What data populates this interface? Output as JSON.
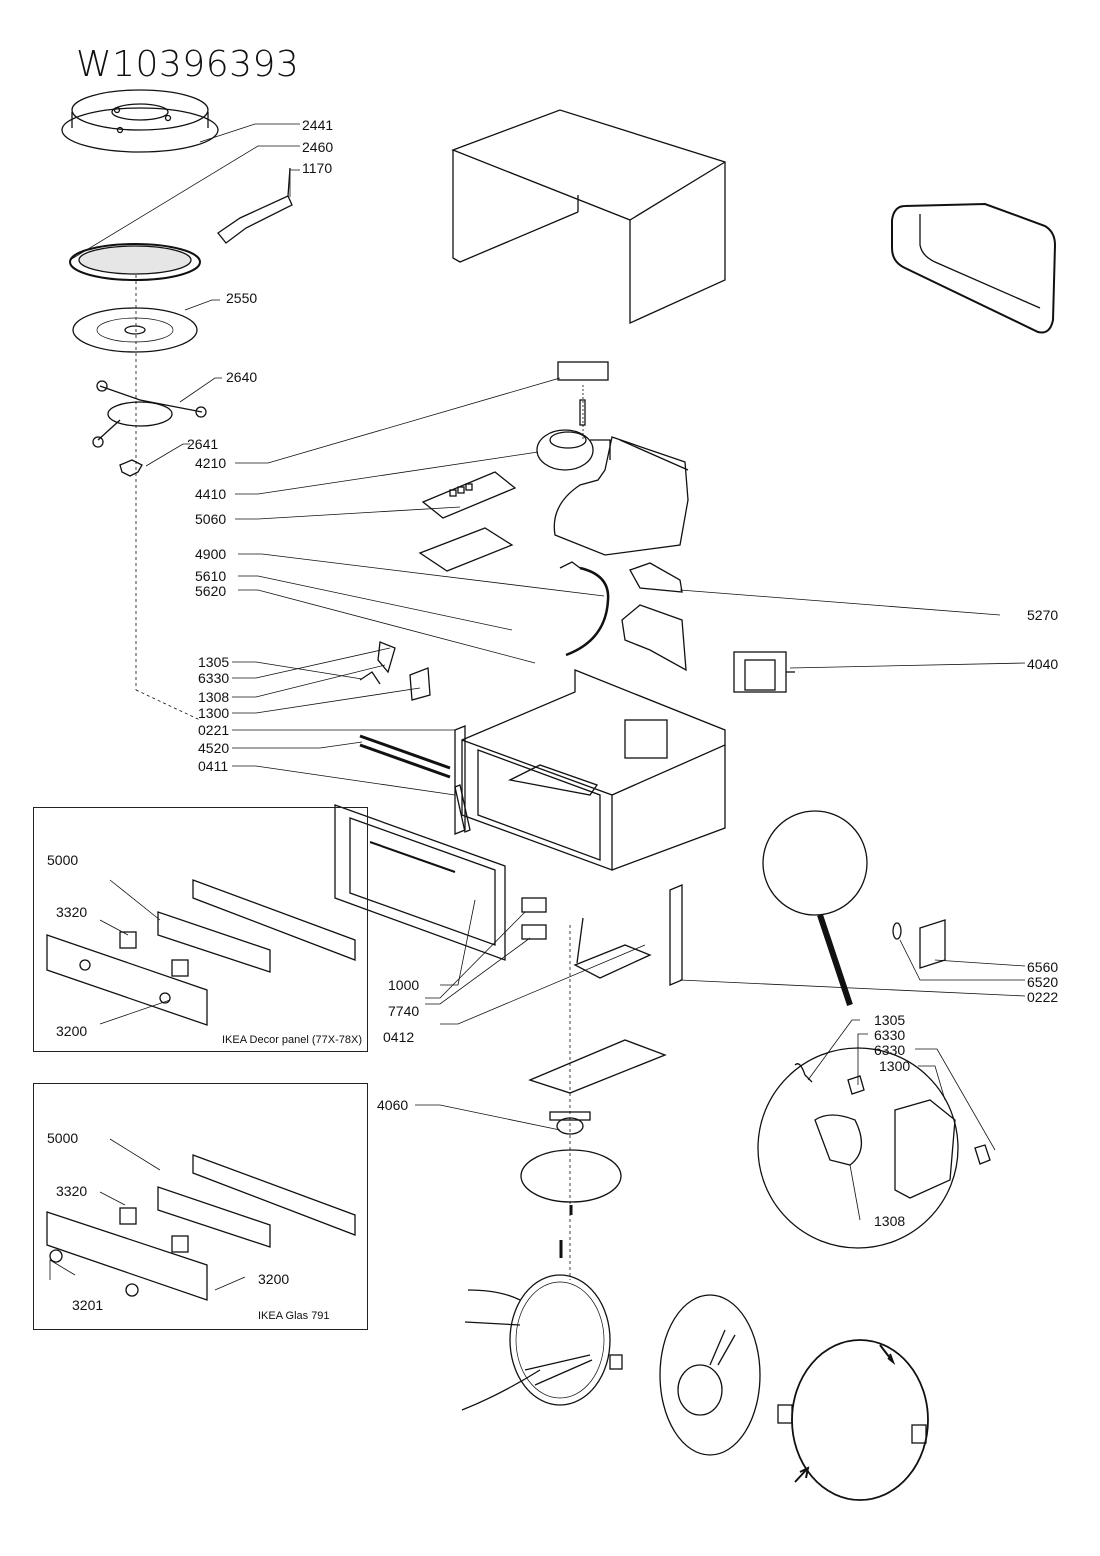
{
  "diagram": {
    "title": "W10396393",
    "type": "exploded parts diagram",
    "part_labels": {
      "p2441": "2441",
      "p2460": "2460",
      "p1170": "1170",
      "p2550": "2550",
      "p2640": "2640",
      "p2641": "2641",
      "p4210": "4210",
      "p4410": "4410",
      "p5060": "5060",
      "p4900": "4900",
      "p5610": "5610",
      "p5620": "5620",
      "p1305": "1305",
      "p6330": "6330",
      "p1308": "1308",
      "p1300": "1300",
      "p0221": "0221",
      "p4520": "4520",
      "p0411": "0411",
      "p5270": "5270",
      "p4040": "4040",
      "p1000": "1000",
      "p7740": "7740",
      "p0412": "0412",
      "p6560": "6560",
      "p6520": "6520",
      "p0222": "0222",
      "p4060": "4060"
    },
    "detail_circle": {
      "labels": {
        "p1305": "1305",
        "p6330a": "6330",
        "p6330b": "6330",
        "p1300": "1300",
        "p1308": "1308"
      }
    },
    "insets": [
      {
        "caption": "IKEA Decor panel (77X-78X)",
        "labels": {
          "p5000": "5000",
          "p3320": "3320",
          "p3200": "3200"
        }
      },
      {
        "caption": "IKEA Glas 791",
        "labels": {
          "p5000": "5000",
          "p3320": "3320",
          "p3200": "3200",
          "p3201": "3201"
        }
      }
    ]
  }
}
